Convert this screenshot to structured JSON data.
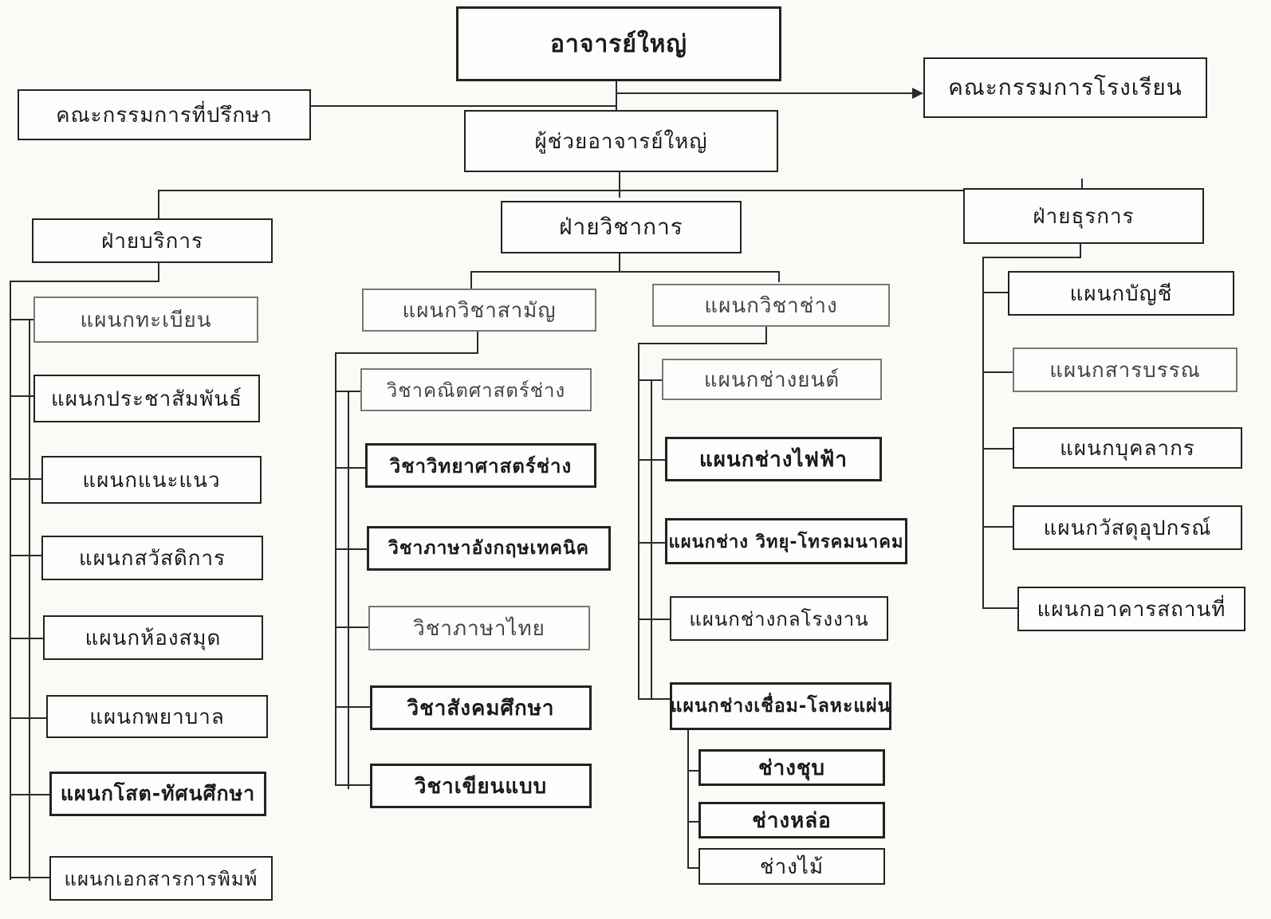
{
  "top": {
    "principal": "อาจารย์ใหญ่",
    "advisory_committee": "คณะกรรมการที่ปรึกษา",
    "school_committee": "คณะกรรมการโรงเรียน",
    "assistant_principal": "ผู้ช่วยอาจารย์ใหญ่"
  },
  "service": {
    "title": "ฝ่ายบริการ",
    "items": [
      "แผนกทะเบียน",
      "แผนกประชาสัมพันธ์",
      "แผนกแนะแนว",
      "แผนกสวัสดิการ",
      "แผนกห้องสมุด",
      "แผนกพยาบาล",
      "แผนกโสต-ทัศนศึกษา",
      "แผนกเอกสารการพิมพ์"
    ]
  },
  "academic": {
    "title": "ฝ่ายวิชาการ",
    "general": {
      "title": "แผนกวิชาสามัญ",
      "items": [
        "วิชาคณิตศาสตร์ช่าง",
        "วิชาวิทยาศาสตร์ช่าง",
        "วิชาภาษาอังกฤษเทคนิค",
        "วิชาภาษาไทย",
        "วิชาสังคมศึกษา",
        "วิชาเขียนแบบ"
      ]
    },
    "trade": {
      "title": "แผนกวิชาช่าง",
      "items": [
        "แผนกช่างยนต์",
        "แผนกช่างไฟฟ้า",
        "แผนกช่าง วิทยุ-โทรคมนาคม",
        "แผนกช่างกลโรงงาน",
        "แผนกช่างเชื่อม-โลหะแผ่น"
      ],
      "welding_sub": [
        "ช่างชุบ",
        "ช่างหล่อ",
        "ช่างไม้"
      ]
    }
  },
  "admin": {
    "title": "ฝ่ายธุรการ",
    "items": [
      "แผนกบัญชี",
      "แผนกสารบรรณ",
      "แผนกบุคลากร",
      "แผนกวัสดุอุปกรณ์",
      "แผนกอาคารสถานที่"
    ]
  }
}
